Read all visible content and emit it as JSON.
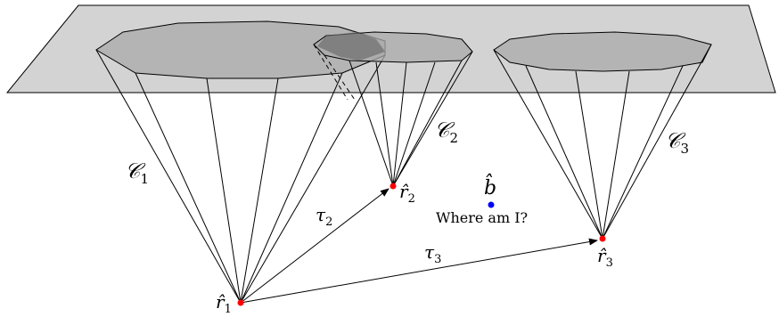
{
  "labels": {
    "cone1": "𝒞",
    "cone1_sub": "1",
    "cone2": "𝒞",
    "cone2_sub": "2",
    "cone3": "𝒞",
    "cone3_sub": "3",
    "r1": "r̂",
    "r1_sub": "1",
    "r2": "r̂",
    "r2_sub": "2",
    "r3": "r̂",
    "r3_sub": "3",
    "tau2": "τ",
    "tau2_sub": "2",
    "tau3": "τ",
    "tau3_sub": "3",
    "b": "b̂",
    "question": "Where am I?"
  },
  "colors": {
    "plane": "#d3d3d3",
    "cone_base": "#a9a9a9",
    "overlap": "#6e6e6e",
    "receiver": "#ff0000",
    "query_point": "#0000ff",
    "line": "#000000"
  }
}
